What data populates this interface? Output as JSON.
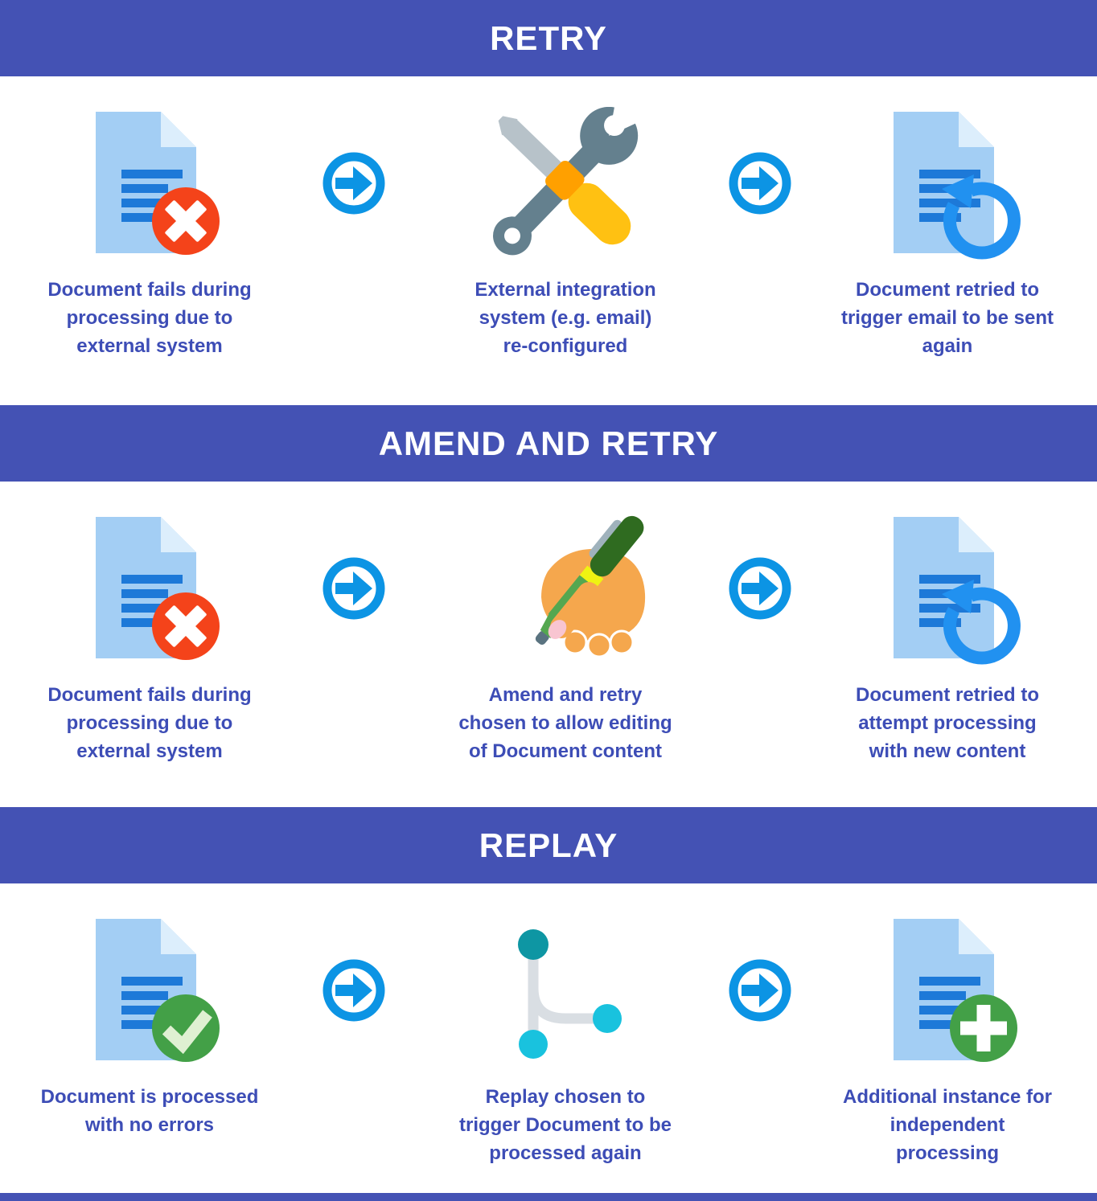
{
  "colors": {
    "banner": "#4452B4",
    "caption_text": "#3D4DB6",
    "document_body": "#A3CEF4",
    "document_fold": "#DCEEFC",
    "document_lines": "#1D79D8",
    "error_badge": "#F4431A",
    "success_badge": "#43A047",
    "arrow_blue": "#0C94E4",
    "retry_arrow": "#2191F0",
    "tool_slate": "#64808E",
    "tool_amber": "#FFC112",
    "branch_teal": "#0E96A3",
    "branch_cyan": "#19C2DE"
  },
  "sections": [
    {
      "title": "RETRY",
      "steps": [
        {
          "icon": "document-error-icon",
          "caption": "Document fails during processing due to external system",
          "lines": [
            "Document fails during",
            "processing due to",
            "external system"
          ]
        },
        {
          "icon": "tools-icon",
          "caption": "External integration system (e.g. email) re-configured",
          "lines": [
            "External integration",
            "system (e.g. email)",
            "re-configured"
          ]
        },
        {
          "icon": "document-retry-icon",
          "caption": "Document retried to trigger email to be sent again",
          "lines": [
            "Document retried to",
            "trigger email to be sent",
            "again"
          ]
        }
      ]
    },
    {
      "title": "AMEND AND RETRY",
      "steps": [
        {
          "icon": "document-error-icon",
          "caption": "Document fails during processing due to external system",
          "lines": [
            "Document fails during",
            "processing due to",
            "external system"
          ]
        },
        {
          "icon": "pen-edit-icon",
          "caption": "Amend and retry chosen to allow editing of Document content",
          "lines": [
            "Amend and retry",
            "chosen to allow editing",
            "of Document content"
          ]
        },
        {
          "icon": "document-retry-icon",
          "caption": "Document retried to attempt processing with new content",
          "lines": [
            "Document retried to",
            "attempt processing",
            "with new content"
          ]
        }
      ]
    },
    {
      "title": "REPLAY",
      "steps": [
        {
          "icon": "document-check-icon",
          "caption": "Document is processed with no errors",
          "lines": [
            "Document is processed",
            "with no errors"
          ]
        },
        {
          "icon": "branch-icon",
          "caption": "Replay chosen to trigger Document to be processed again",
          "lines": [
            "Replay chosen to",
            "trigger Document to be",
            "processed again"
          ]
        },
        {
          "icon": "document-plus-icon",
          "caption": "Additional instance for independent processing",
          "lines": [
            "Additional instance for",
            "independent",
            "processing"
          ]
        }
      ]
    }
  ]
}
